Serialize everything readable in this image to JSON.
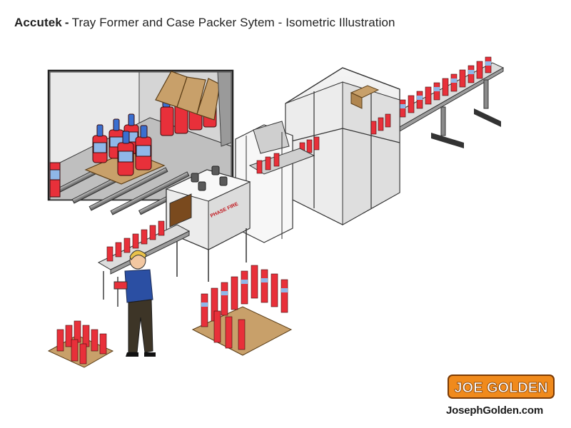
{
  "header": {
    "brand": "Accutek",
    "separator": "-",
    "subtitle": "Tray Former and Case Packer Sytem - Isometric Illustration"
  },
  "machine_label": "PHASE FIRE",
  "logo": {
    "text": "JOE GOLDEN"
  },
  "footer": {
    "website": "JosephGolden.com"
  },
  "colors": {
    "bottle_red": "#e8303a",
    "bottle_blue_cap": "#3a6fd0",
    "label_blue": "#8fb7e8",
    "cardboard": "#c8a06a",
    "shirt_blue": "#2b4fa3",
    "pants_dark": "#3d3527",
    "hair_blonde": "#e9c24a",
    "logo_orange": "#f08a1c"
  }
}
